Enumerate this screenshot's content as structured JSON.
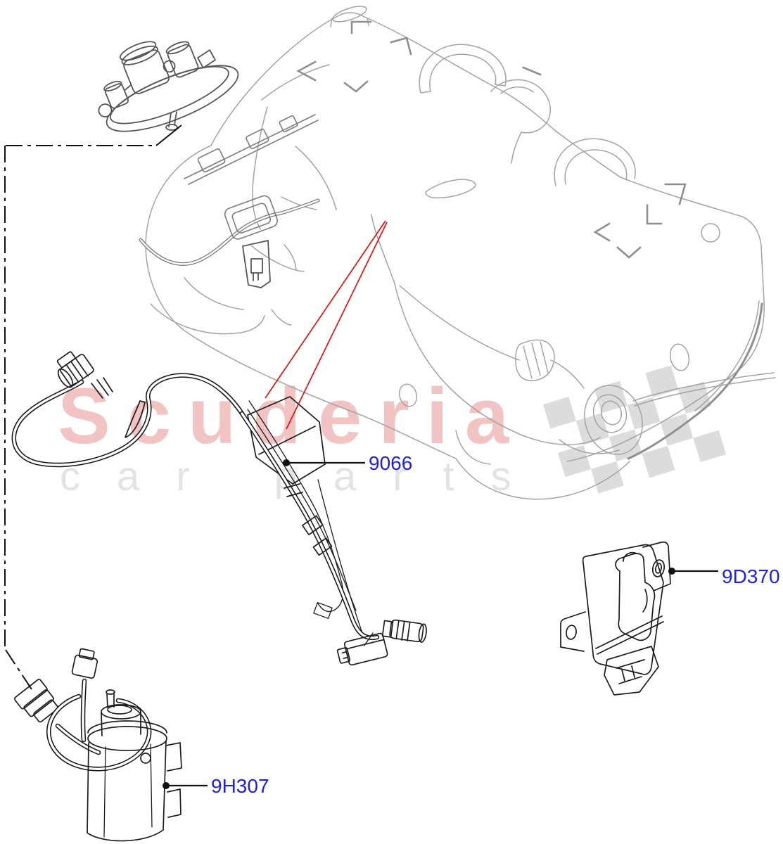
{
  "diagram": {
    "kind": "vehicle fuel pump and sender unit parts illustration",
    "background": "#ffffff"
  },
  "watermark": {
    "brand": "Scuderia",
    "tagline": "car parts",
    "brand_color": "#f1c3c3",
    "tagline_color": "#e3e3e3",
    "flag_color": "#dcdcdc"
  },
  "callouts": [
    {
      "part_number": "9066"
    },
    {
      "part_number": "9D370"
    },
    {
      "part_number": "9H307"
    }
  ],
  "colors": {
    "part_label_blue": "#1e1ee6",
    "callout_line": "#111111",
    "pointer_red": "#f20000",
    "tank_outline_gray": "#a3a3a3",
    "component_outline_dark": "#1c1c1c"
  }
}
